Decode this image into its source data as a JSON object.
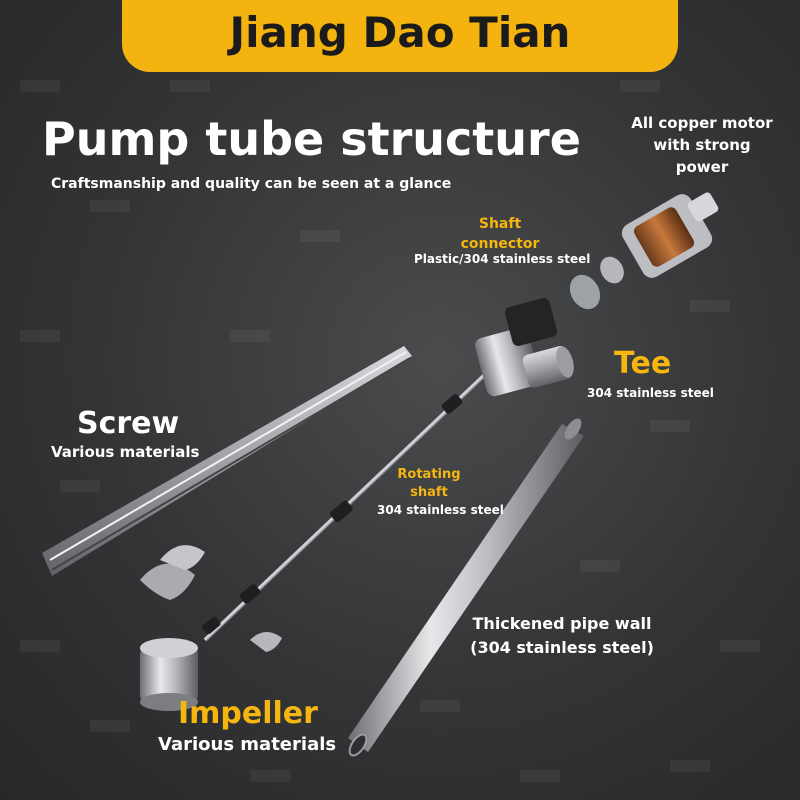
{
  "header": {
    "brand": "Jiang Dao Tian"
  },
  "title": "Pump tube structure",
  "subtitle": "Craftsmanship and quality can be seen at a glance",
  "labels": {
    "motor": {
      "line1": "All copper motor",
      "line2": "with strong",
      "line3": "power"
    },
    "shaft_connector": {
      "line1": "Shaft",
      "line2": "connector",
      "material": "Plastic/304 stainless steel"
    },
    "tee": {
      "name": "Tee",
      "material": "304 stainless steel"
    },
    "screw": {
      "name": "Screw",
      "material": "Various materials"
    },
    "rotating_shaft": {
      "line1": "Rotating",
      "line2": "shaft",
      "material": "304 stainless steel"
    },
    "pipe_wall": {
      "line1": "Thickened pipe wall",
      "line2": "(304 stainless steel)"
    },
    "impeller": {
      "name": "Impeller",
      "material": "Various materials"
    }
  },
  "colors": {
    "accent": "#f5b60f",
    "background": "#333436",
    "text": "#ffffff"
  }
}
